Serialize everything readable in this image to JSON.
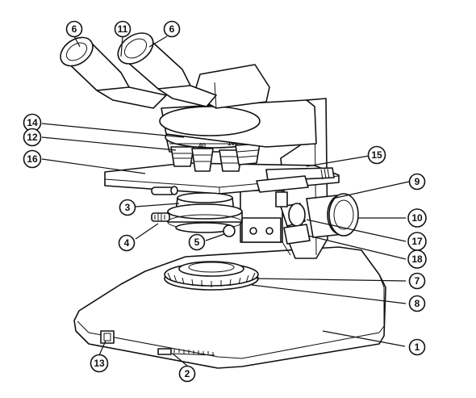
{
  "diagram": {
    "callouts": [
      {
        "id": "c1",
        "label": "1"
      },
      {
        "id": "c2",
        "label": "2"
      },
      {
        "id": "c3",
        "label": "3"
      },
      {
        "id": "c4",
        "label": "4"
      },
      {
        "id": "c5",
        "label": "5"
      },
      {
        "id": "c6a",
        "label": "6"
      },
      {
        "id": "c6b",
        "label": "6"
      },
      {
        "id": "c7",
        "label": "7"
      },
      {
        "id": "c8",
        "label": "8"
      },
      {
        "id": "c9",
        "label": "9"
      },
      {
        "id": "c10",
        "label": "10"
      },
      {
        "id": "c11",
        "label": "11"
      },
      {
        "id": "c12",
        "label": "12"
      },
      {
        "id": "c13",
        "label": "13"
      },
      {
        "id": "c14",
        "label": "14"
      },
      {
        "id": "c15",
        "label": "15"
      },
      {
        "id": "c16",
        "label": "16"
      },
      {
        "id": "c17",
        "label": "17"
      },
      {
        "id": "c18",
        "label": "18"
      }
    ],
    "objective_labels": {
      "mid": "40",
      "right": "100"
    }
  }
}
